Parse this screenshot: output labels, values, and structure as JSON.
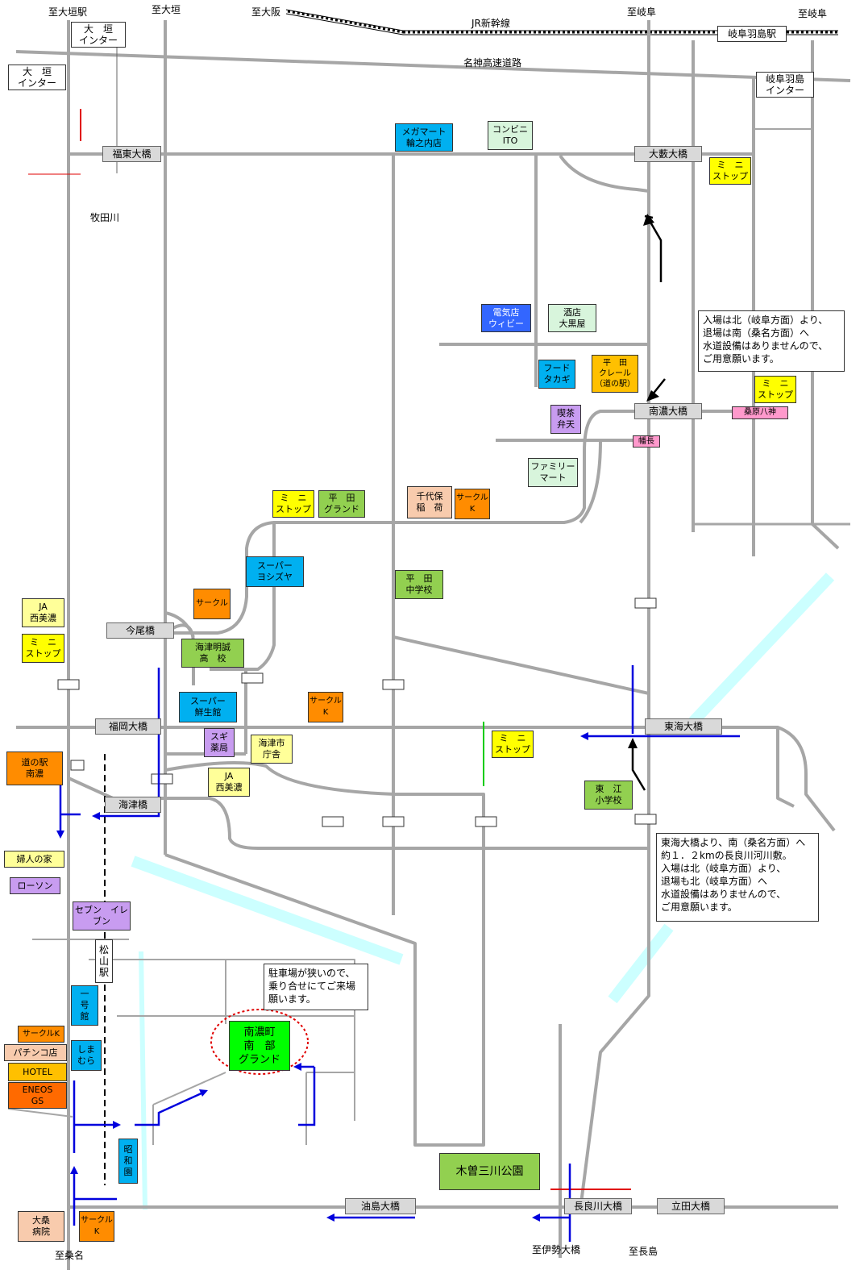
{
  "colors": {
    "road": "#a6a6a6",
    "river": "#ccffff",
    "cyan_place": "#00b0f0",
    "yellow_place": "#ffff00",
    "green_place": "#92d050",
    "orange_place": "#ff8c00",
    "lightgreen_place": "#d8f5dc",
    "purple_place": "#c89cf0",
    "destination": "#00ff00",
    "arrow": "#0000dd"
  },
  "directions": {
    "to_ogaki_station": "至大垣駅",
    "to_ogaki": "至大垣",
    "to_osaka": "至大阪",
    "to_gifu_1": "至岐阜",
    "to_gifu_2": "至岐阜",
    "to_kuwana": "至桑名",
    "to_ise_ohashi": "至伊勢大橋",
    "to_nagashima": "至長島"
  },
  "roads": {
    "shinkansen": "JR新幹線",
    "meishin": "名神高速道路",
    "makita_river": "牧田川"
  },
  "interchanges": {
    "ogaki_ic_1": "大　垣\nインター",
    "ogaki_ic_2": "大　垣\nインター",
    "gifu_hashima_station": "岐阜羽島駅",
    "gifu_hashima_ic": "岐阜羽島\nインター",
    "matsuyama_station": "松\n山\n駅"
  },
  "bridges": {
    "fukuto": "福東大橋",
    "oyabu": "大藪大橋",
    "nanno": "南濃大橋",
    "imao": "今尾橋",
    "fukuoka": "福岡大橋",
    "tokai": "東海大橋",
    "kaizu": "海津橋",
    "aburajima": "油島大橋",
    "nagaragawa": "長良川大橋",
    "tatsuta": "立田大橋"
  },
  "places": {
    "megamart": "メガマート\n輪之内店",
    "conveni_ito": "コンビニ\nITO",
    "mini_stop_1": "ミ　ニ\nストップ",
    "denki_wiwi": "電気店\nウィビー",
    "sake_daikokuya": "酒店\n大黒屋",
    "food_takagi": "フード\nタカギ",
    "hirata_crail": "平　田\nクレール\n（道の駅）",
    "mini_stop_2": "ミ　ニ\nストップ",
    "kuwabara_hachijin": "桑原八神",
    "kissa_benten": "喫茶\n弁天",
    "hatanaga": "幡長",
    "familymart": "ファミリー\nマート",
    "mini_stop_3": "ミ　ニ\nストップ",
    "hirata_ground": "平　田\nグランド",
    "chiyoho_inari": "千代保\n稲　荷",
    "circle_k_1": "サークル\nK",
    "super_yoshizawa": "スーパー\nヨシズヤ",
    "circle_k_2": "サークル",
    "ja_nishimino_1": "JA\n西美濃",
    "mini_stop_4": "ミ　ニ\nストップ",
    "hirata_jhs": "平　田\n中学校",
    "kaizu_meisei": "海津明誠\n高　校",
    "super_senseikan": "スーパー\n鮮生館",
    "circle_k_3": "サークル\nK",
    "sugi_yakkyoku": "スギ\n薬局",
    "kaizu_city_hall": "海津市\n庁舎",
    "mini_stop_5": "ミ　ニ\nストップ",
    "michinoeki_nanno": "道の駅\n南濃",
    "ja_nishimino_2": "JA\n西美濃",
    "higashie_es": "東　江\n小学校",
    "fujin_no_ie": "婦人の家",
    "lawson": "ローソン",
    "seven_eleven": "セブン　イレ\nブン",
    "ichigokan": "一\n号\n館",
    "circle_k_4": "サークルK",
    "pachinko": "パチンコ店",
    "hotel": "HOTEL",
    "eneos": "ENEOS\nGS",
    "shimamura": "しま\nむら",
    "showaen": "昭\n和\n園",
    "kiso_sansen_park": "木曽三川公園",
    "ohkuwa_hospital": "大桑\n病院",
    "circle_k_5": "サークル\nK"
  },
  "destination": {
    "name": "南濃町\n南　部\nグランド"
  },
  "notes": {
    "north_note": "入場は北（岐阜方面）より、\n退場は南（桑名方面）へ\n水道設備はありませんので、\nご用意願います。",
    "east_note": "東海大橋より、南（桑名方面）へ\n約１．２kmの長良川河川敷。\n入場は北（岐阜方面）より、\n退場も北（岐阜方面）へ\n水道設備はありませんので、\nご用意願います。",
    "parking_note": "駐車場が狭いので、\n乗り合せにてご来場\n願います。"
  }
}
